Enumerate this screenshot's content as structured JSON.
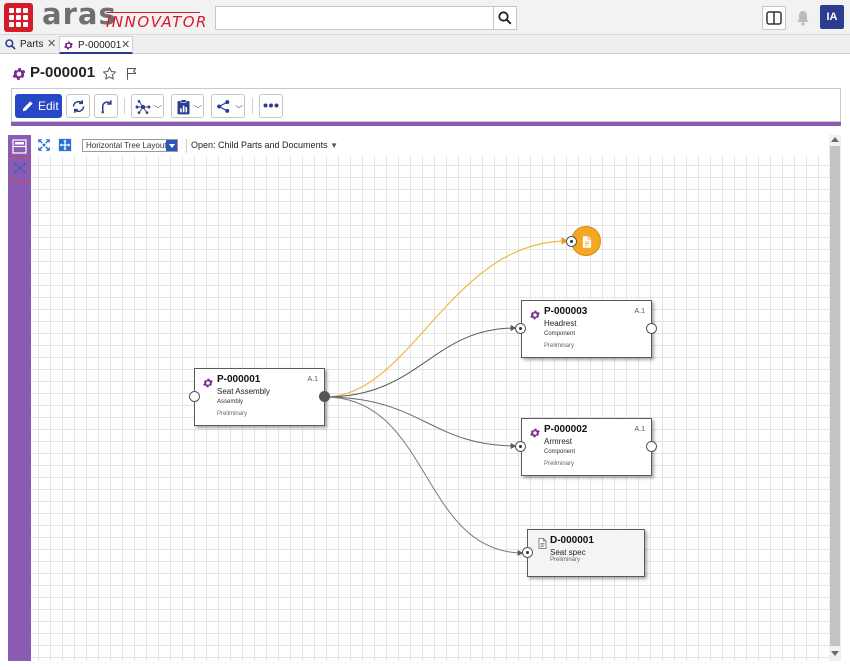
{
  "header": {
    "logo_main": "aras",
    "logo_sub": "INNOVATOR",
    "search_placeholder": "",
    "user_initials": "IA"
  },
  "tabs": [
    {
      "label": "Parts",
      "icon": "search-icon",
      "active": false
    },
    {
      "label": "P-000001",
      "icon": "gear-icon",
      "active": true
    }
  ],
  "item": {
    "title": "P-000001"
  },
  "toolbar": {
    "edit_label": "Edit"
  },
  "graph_toolbar": {
    "layout_value": "Horizontal Tree Layout",
    "open_label": "Open: Child Parts and Documents"
  },
  "nodes": {
    "root": {
      "id": "P-000001",
      "name": "Seat Assembly",
      "type": "Assembly",
      "state": "Preliminary",
      "rev": "A.1"
    },
    "headrest": {
      "id": "P-000003",
      "name": "Headrest",
      "type": "Component",
      "state": "Preliminary",
      "rev": "A.1"
    },
    "armrest": {
      "id": "P-000002",
      "name": "Armrest",
      "type": "Component",
      "state": "Preliminary",
      "rev": "A.1"
    },
    "doc": {
      "id": "D-000001",
      "name": "Seat spec",
      "state": "Preliminary"
    }
  },
  "colors": {
    "brand_red": "#d51b2a",
    "accent_purple": "#8a5bb5",
    "edit_blue": "#2747c6",
    "file_orange": "#f5a623",
    "file_edge": "#f0b840",
    "edge_gray": "#6a6a6a"
  }
}
